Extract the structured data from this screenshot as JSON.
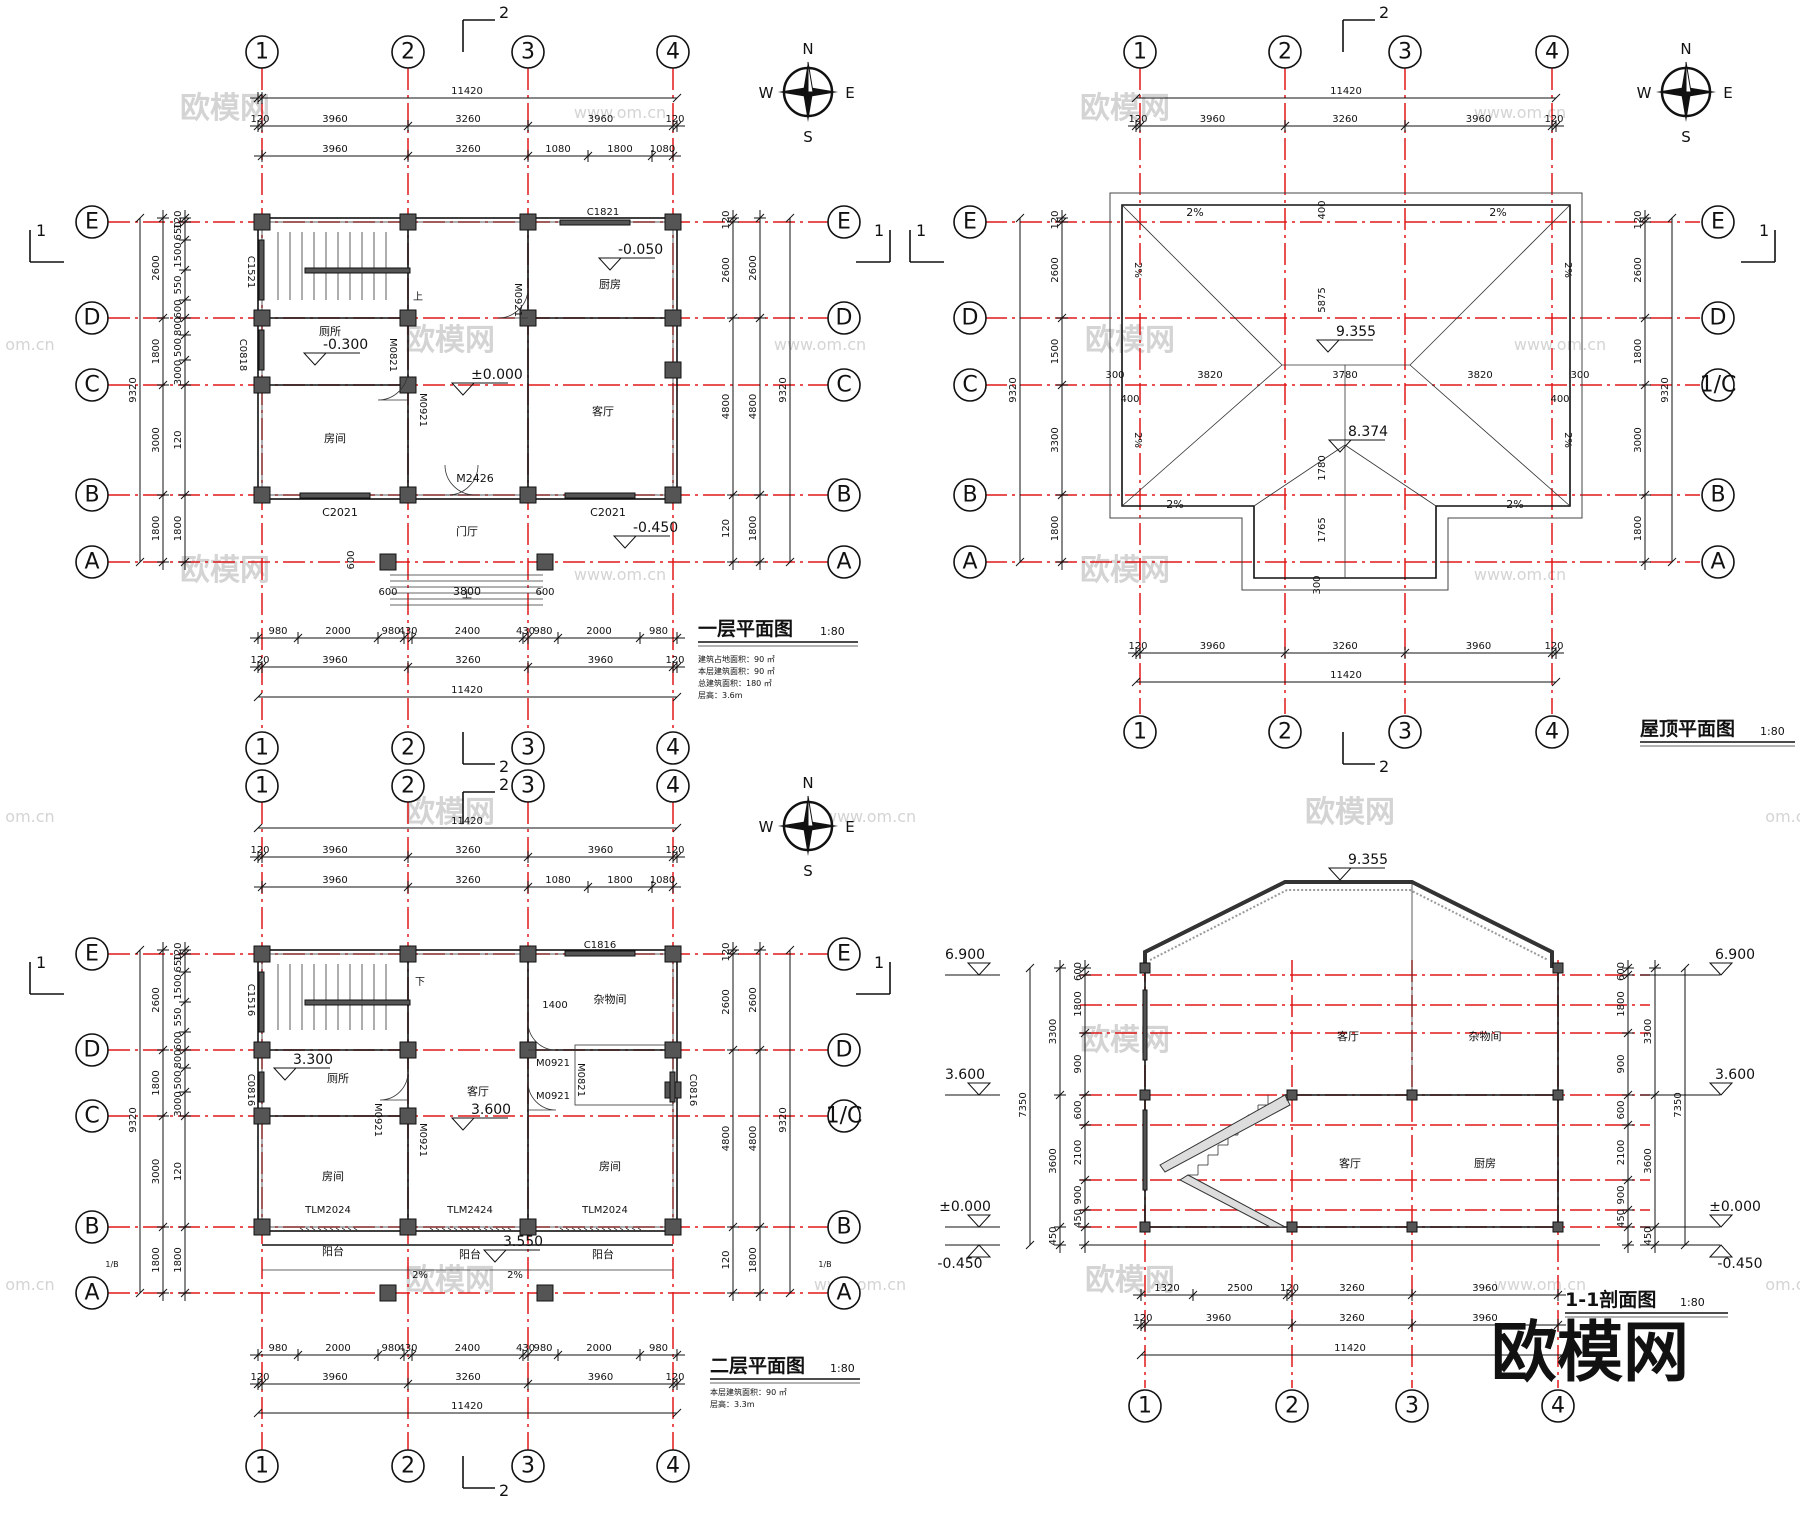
{
  "grid": {
    "columns": [
      "1",
      "2",
      "3",
      "4"
    ],
    "rows": [
      "E",
      "D",
      "C",
      "B",
      "A"
    ],
    "row_c_alt": "1/C"
  },
  "compass": {
    "n": "N",
    "s": "S",
    "e": "E",
    "w": "W"
  },
  "section_marks": {
    "one": "1",
    "two": "2"
  },
  "watermark": {
    "brand": "欧模网",
    "url": "www.om.cn",
    "url_cut": "om.cn",
    "logo": "欧模网"
  },
  "plan1": {
    "title": "一层平面图",
    "scale": "1:80",
    "notes": [
      "建筑占地面积：90 ㎡",
      "本层建筑面积：90 ㎡",
      "总建筑面积：180 ㎡",
      "层高：3.6m"
    ],
    "rooms": {
      "kitchen": "厨房",
      "toilet": "厕所",
      "bedroom": "房间",
      "living": "客厅",
      "porch": "门厅"
    },
    "elev": {
      "kitchen": "-0.050",
      "toilet": "-0.300",
      "main": "±0.000",
      "porch": "-0.450"
    },
    "tags": {
      "c1821": "C1821",
      "c1521": "C1521",
      "c0818": "C0818",
      "m0921a": "M0921",
      "m0821": "M0821",
      "m0921b": "M0921",
      "m2426": "M2426",
      "c2021a": "C2021",
      "c2021b": "C2021"
    },
    "top_dims_1": [
      "120",
      "3960",
      "3260",
      "3960",
      "120"
    ],
    "top_dims_2": [
      "3960",
      "3260",
      "1080",
      "1800",
      "1080"
    ],
    "overall": "11420",
    "bottom_dims_1": [
      "980",
      "2000",
      "980",
      "430",
      "2400",
      "430",
      "980",
      "2000",
      "980"
    ],
    "bottom_dims_2": [
      "120",
      "3960",
      "3260",
      "3960",
      "120"
    ],
    "left_dims_1": [
      "120",
      "650",
      "1500",
      "550",
      "600",
      "800",
      "500",
      "3000",
      "120",
      "1800"
    ],
    "left_dims_2": [
      "2600",
      "1800",
      "3000",
      "1800"
    ],
    "left_total": "9320",
    "right_dims_1": [
      "120",
      "2600",
      "4800",
      "120",
      "1800"
    ],
    "right_dims_2": [
      "2600",
      "4800",
      "1800"
    ],
    "right_total": "9320",
    "stair_dims": [
      "600",
      "600",
      "600",
      "3800"
    ],
    "stair_up": "上"
  },
  "plan2": {
    "title": "二层平面图",
    "scale": "1:80",
    "notes": [
      "本层建筑面积：90 ㎡",
      "层高：3.3m"
    ],
    "rooms": {
      "storage": "杂物间",
      "toilet": "厕所",
      "living": "客厅",
      "bedroom_l": "房间",
      "bedroom_r": "房间",
      "balcony": "阳台"
    },
    "elev": {
      "toilet": "3.300",
      "main": "3.600",
      "balcony": "3.550",
      "slope": "2%"
    },
    "tags": {
      "c1816": "C1816",
      "c1516": "C1516",
      "c0816a": "C0816",
      "c0816b": "C0816",
      "m0921a": "M0921",
      "m0921b": "M0921",
      "m0921c": "M0921",
      "m0921d": "M0921",
      "m0821": "M0821",
      "tlm2024a": "TLM2024",
      "tlm2424": "TLM2424",
      "tlm2024b": "TLM2024"
    },
    "stair_down": "下",
    "d1400": "1400",
    "ref_1b": "1/B"
  },
  "roof": {
    "title": "屋顶平面图",
    "scale": "1:80",
    "elev_top": "9.355",
    "elev_low": "8.374",
    "slope": "2%",
    "dims": {
      "ridge": "5875",
      "d3820a": "3820",
      "d3780": "3780",
      "d3820b": "3820",
      "d1780": "1780",
      "d1765": "1765",
      "d400": "400",
      "d300": "300"
    }
  },
  "section": {
    "title": "1-1剖面图",
    "scale": "1:80",
    "levels": [
      "9.355",
      "6.900",
      "3.600",
      "±0.000",
      "-0.450"
    ],
    "rooms": {
      "living_up": "客厅",
      "storage": "杂物间",
      "living_dn": "客厅",
      "kitchen": "厨房"
    },
    "dims_left_1": [
      "600",
      "1800",
      "900",
      "600",
      "2100",
      "900",
      "450"
    ],
    "dims_left_2": [
      "3300",
      "3600",
      "450"
    ],
    "dims_left_total": "7350",
    "dims_bottom_1": [
      "1320",
      "2500",
      "120",
      "3260",
      "3960"
    ],
    "dims_bottom_2": [
      "120",
      "3960",
      "3260",
      "3960"
    ],
    "overall": "11420"
  }
}
